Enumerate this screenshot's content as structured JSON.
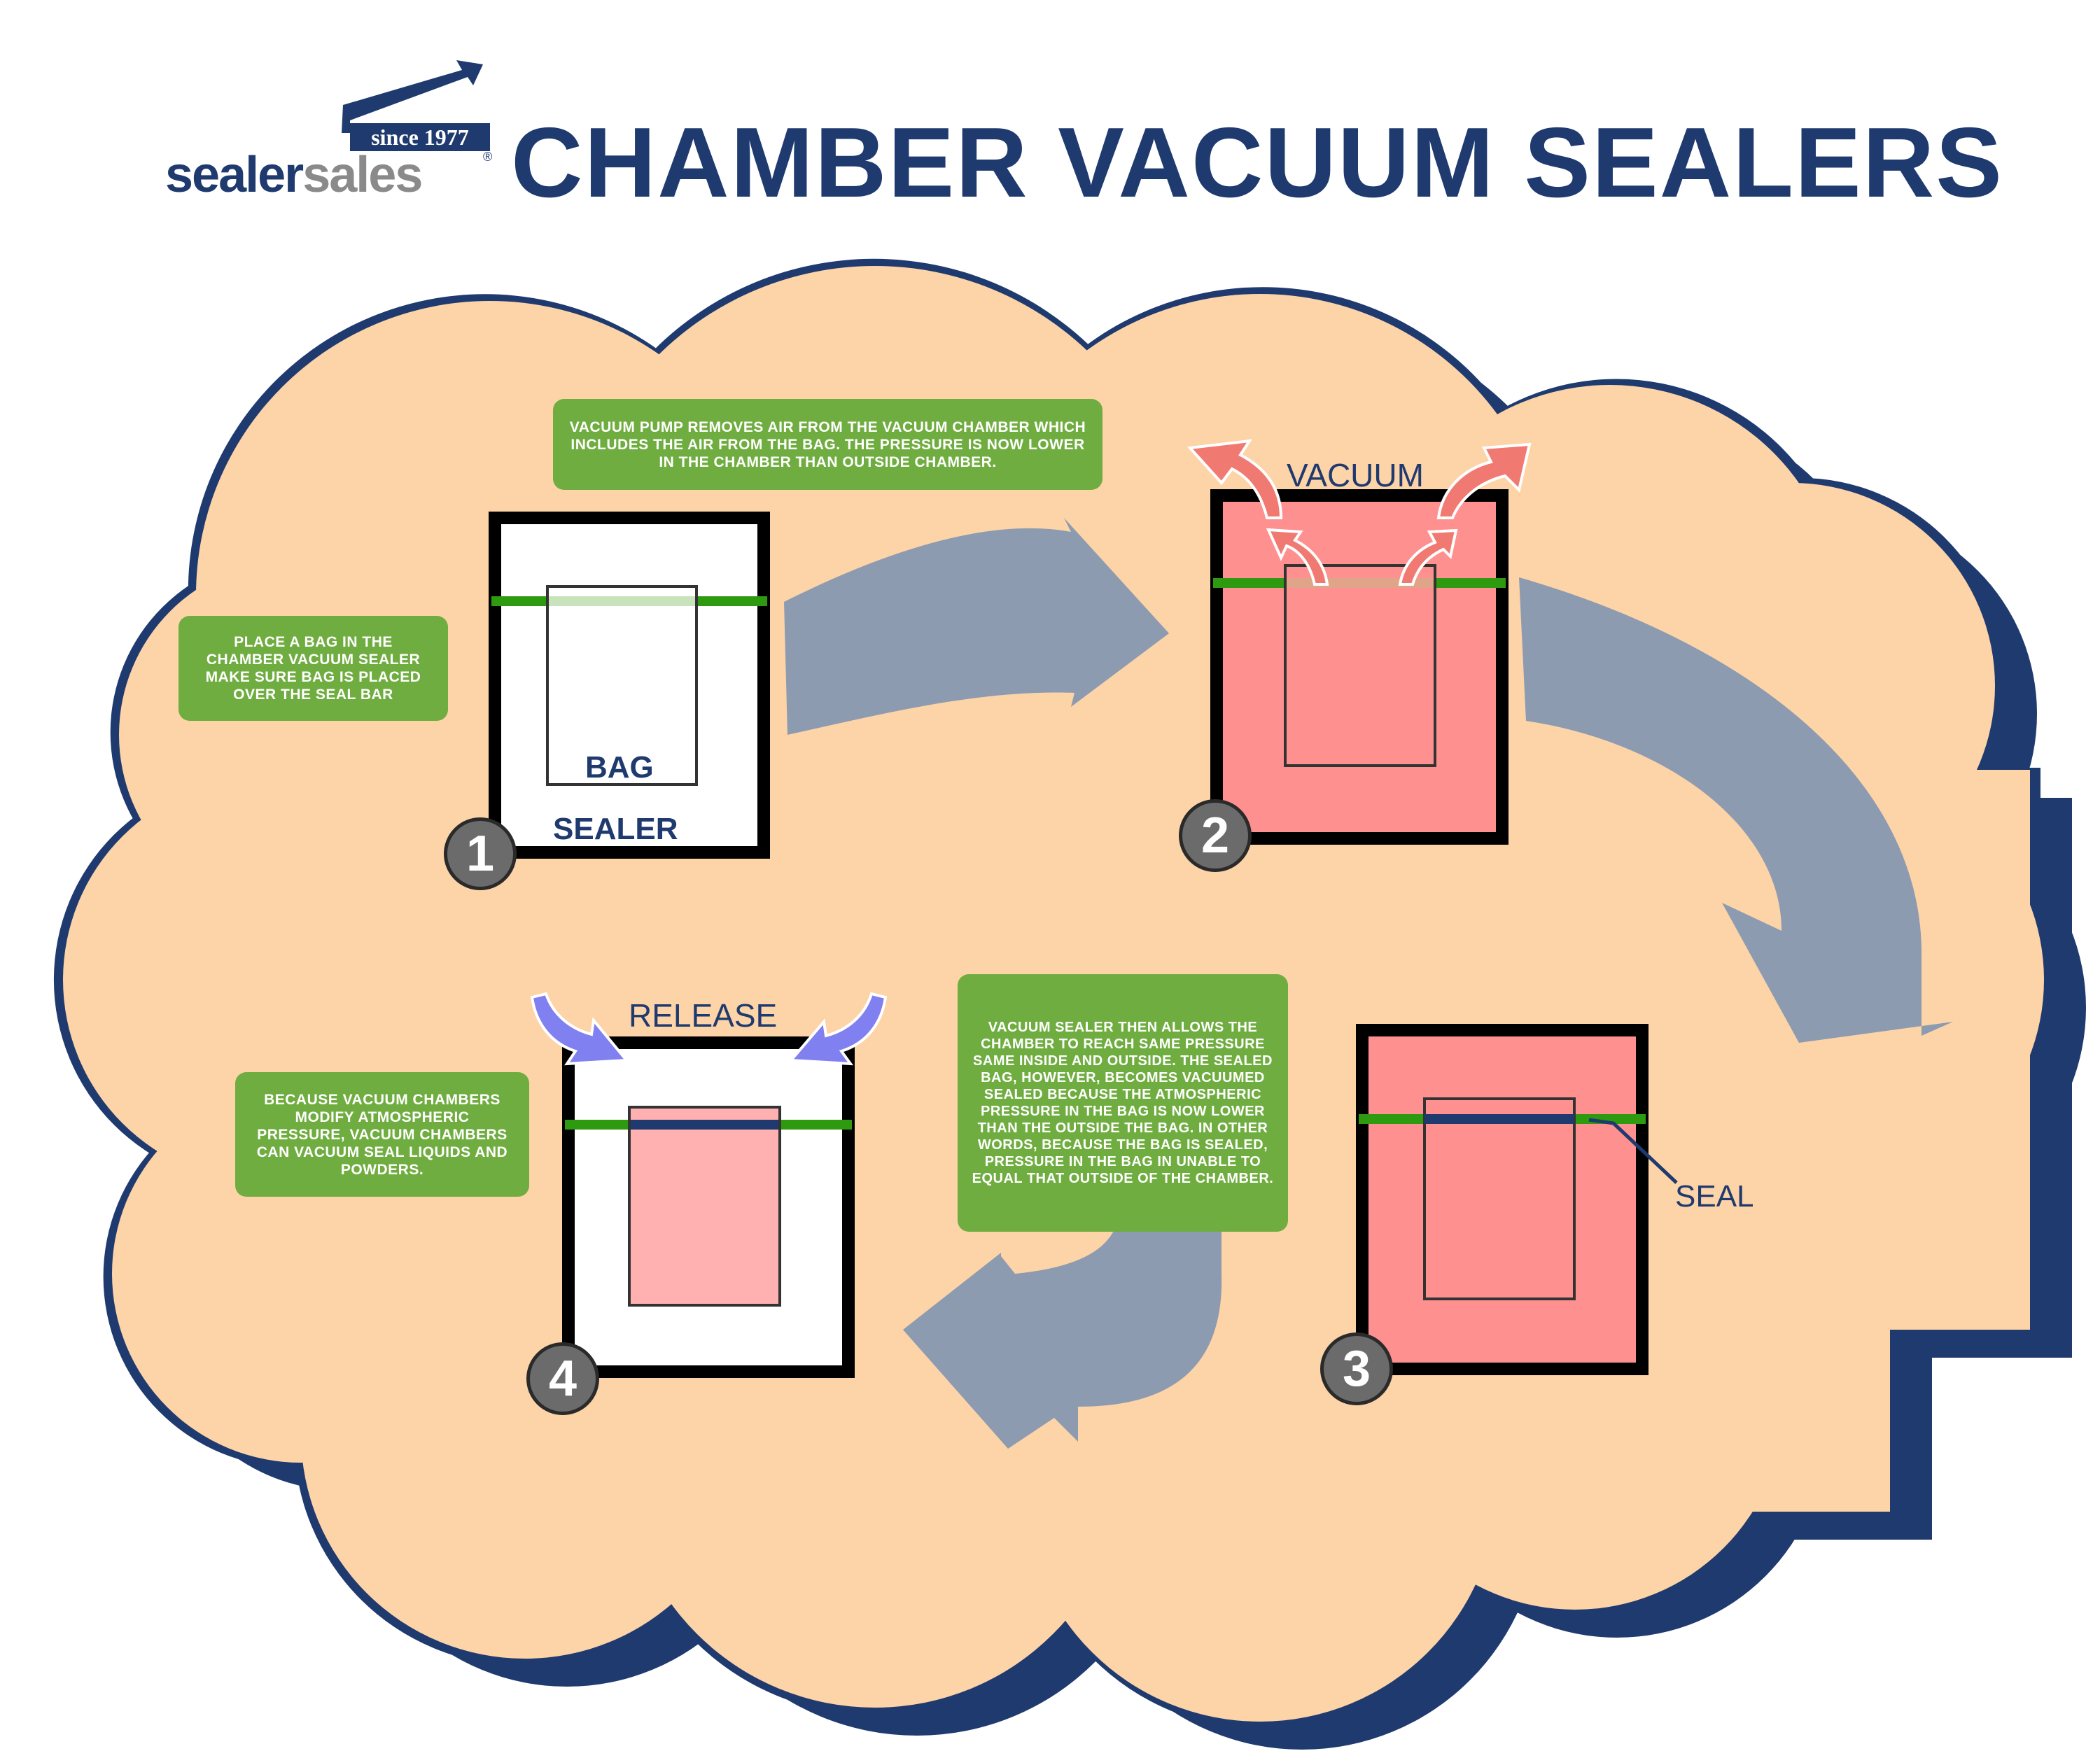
{
  "header": {
    "logo_since": "since 1977",
    "logo_sealer": "sealer",
    "logo_sales": "sales",
    "logo_registered": "®",
    "title": "CHAMBER VACUUM SEALERS"
  },
  "steps": [
    {
      "number": "1",
      "note": "PLACE A BAG IN THE CHAMBER VACUUM SEALER MAKE SURE BAG IS PLACED OVER THE SEAL BAR",
      "labels": {
        "bag": "BAG",
        "sealer": "SEALER"
      }
    },
    {
      "number": "2",
      "note": "VACUUM PUMP REMOVES AIR FROM THE VACUUM CHAMBER WHICH INCLUDES THE AIR FROM THE BAG.  THE PRESSURE IS NOW LOWER IN THE CHAMBER THAN OUTSIDE CHAMBER.",
      "labels": {
        "vacuum": "VACUUM"
      }
    },
    {
      "number": "3",
      "note": "VACUUM SEALER THEN ALLOWS THE CHAMBER TO REACH SAME PRESSURE SAME INSIDE AND OUTSIDE.  THE SEALED BAG, HOWEVER, BECOMES VACUUMED SEALED BECAUSE THE ATMOSPHERIC PRESSURE IN THE BAG IS NOW LOWER THAN THE OUTSIDE THE BAG.  IN OTHER WORDS, BECAUSE THE BAG IS SEALED, PRESSURE IN THE BAG IN UNABLE TO EQUAL THAT OUTSIDE OF THE CHAMBER.",
      "labels": {
        "seal": "SEAL"
      }
    },
    {
      "number": "4",
      "note": "BECAUSE VACUUM CHAMBERS MODIFY ATMOSPHERIC PRESSURE, VACUUM CHAMBERS CAN VACUUM SEAL LIQUIDS AND POWDERS.",
      "labels": {
        "release": "RELEASE"
      }
    }
  ],
  "colors": {
    "navy": "#1f3a6e",
    "cloud_fill": "#fdd3a8",
    "note_green": "#70ad40",
    "seal_bar_green": "#2e9a10",
    "vacuum_pink": "#ff9090",
    "released_bag_pink": "#ffb0b0",
    "flow_arrow_gray": "#8c9bb0",
    "vacuum_arrow_red": "#f07a72",
    "release_arrow_purple": "#8080f0",
    "badge_gray": "#6b6b6b"
  }
}
